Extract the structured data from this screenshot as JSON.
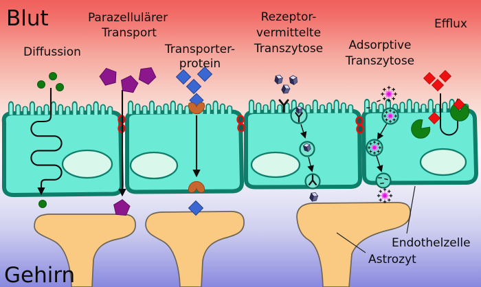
{
  "scene": {
    "blood_label": "Blut",
    "brain_label": "Gehirn"
  },
  "mechanism_labels": {
    "diffusion": "Diffussion",
    "paracellular_line1": "Parazellulärer",
    "paracellular_line2": "Transport",
    "transporter_line1": "Transporter-",
    "transporter_line2": "protein",
    "receptor_line1": "Rezeptor-",
    "receptor_line2": "vermittelte",
    "receptor_line3": "Transzytose",
    "adsorptive_line1": "Adsorptive",
    "adsorptive_line2": "Transzytose",
    "efflux": "Efflux"
  },
  "structure_labels": {
    "endothelial_cell": "Endothelzelle",
    "astrocyte": "Astrozyt"
  },
  "colors": {
    "blood_gradient_top": "#EF5F5C",
    "brain_gradient_bottom": "#8888DF",
    "cell_fill": "#6BEAD6",
    "cell_border": "#0E7E6B",
    "nucleus_fill": "#D9F8EB",
    "astrocyte_fill": "#FBCA82",
    "tight_junction_ring": "#E81010",
    "pentagon_molecule": "#8C168C",
    "transporter_substrate_diamond": "#3A67D2",
    "transporter_protein": "#C8672D",
    "diffusion_molecule": "#0E7A12",
    "efflux_substrate_diamond": "#EE1111",
    "efflux_pump": "#117F11",
    "cationic_particle": "#E316E3",
    "ligand_cube": "#2A2A52"
  }
}
